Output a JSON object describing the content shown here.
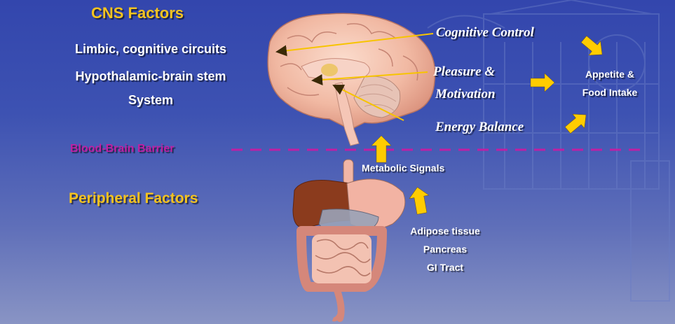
{
  "cns": {
    "title": "CNS Factors",
    "lines": [
      "Limbic, cognitive circuits",
      "Hypothalamic-brain stem",
      "System"
    ]
  },
  "brain_functions": {
    "cognitive": "Cognitive Control",
    "pleasure_1": "Pleasure &",
    "pleasure_2": "Motivation",
    "energy": "Energy Balance"
  },
  "outcome": {
    "line1": "Appetite &",
    "line2": "Food Intake"
  },
  "barrier": {
    "label": "Blood-Brain Barrier"
  },
  "signals": {
    "label": "Metabolic Signals"
  },
  "peripheral": {
    "title": "Peripheral Factors",
    "sources": [
      "Adipose tissue",
      "Pancreas",
      "GI Tract"
    ]
  },
  "colors": {
    "title_gold": "#f5c31f",
    "barrier_magenta": "#c01fa3",
    "arrow_gold": "#ffcc00",
    "text_white": "#ffffff"
  },
  "icons": [
    "brain-illustration",
    "digestive-organs-illustration",
    "arrow"
  ]
}
